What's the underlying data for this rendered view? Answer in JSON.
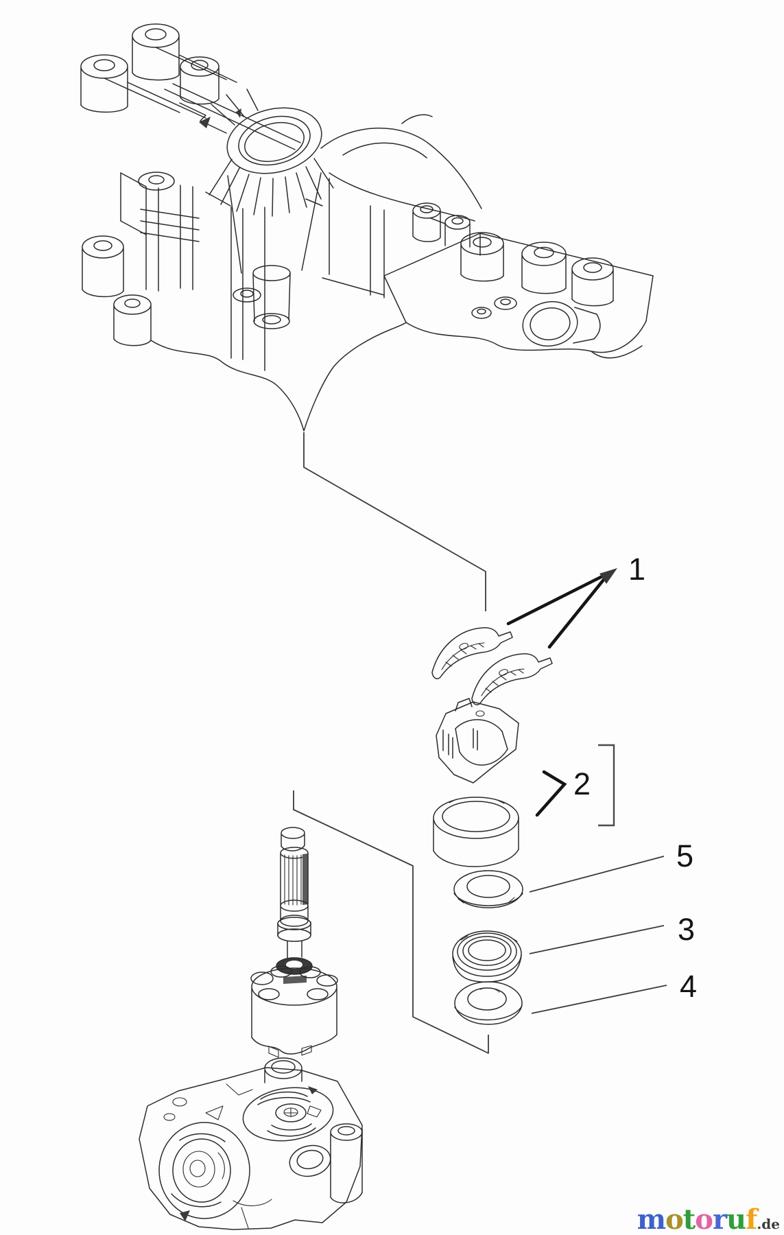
{
  "page": {
    "background": "#fcfdfc"
  },
  "labels": {
    "part1": "1",
    "part2": "2",
    "part3": "3",
    "part4": "4",
    "part5": "5"
  },
  "watermark": {
    "letters": [
      {
        "ch": "m",
        "color": "#3E62C8"
      },
      {
        "ch": "o",
        "color": "#A8922B"
      },
      {
        "ch": "t",
        "color": "#2E9C3C"
      },
      {
        "ch": "o",
        "color": "#E363A7"
      },
      {
        "ch": "r",
        "color": "#4A66D2"
      },
      {
        "ch": "u",
        "color": "#2FA039"
      },
      {
        "ch": "f",
        "color": "#F2A11C"
      }
    ],
    "suffix": ".de",
    "suffix_color": "#3C3C3C"
  },
  "colors": {
    "line": "#2b2b2b",
    "leader": "#3a3a3a",
    "label": "#141414"
  }
}
